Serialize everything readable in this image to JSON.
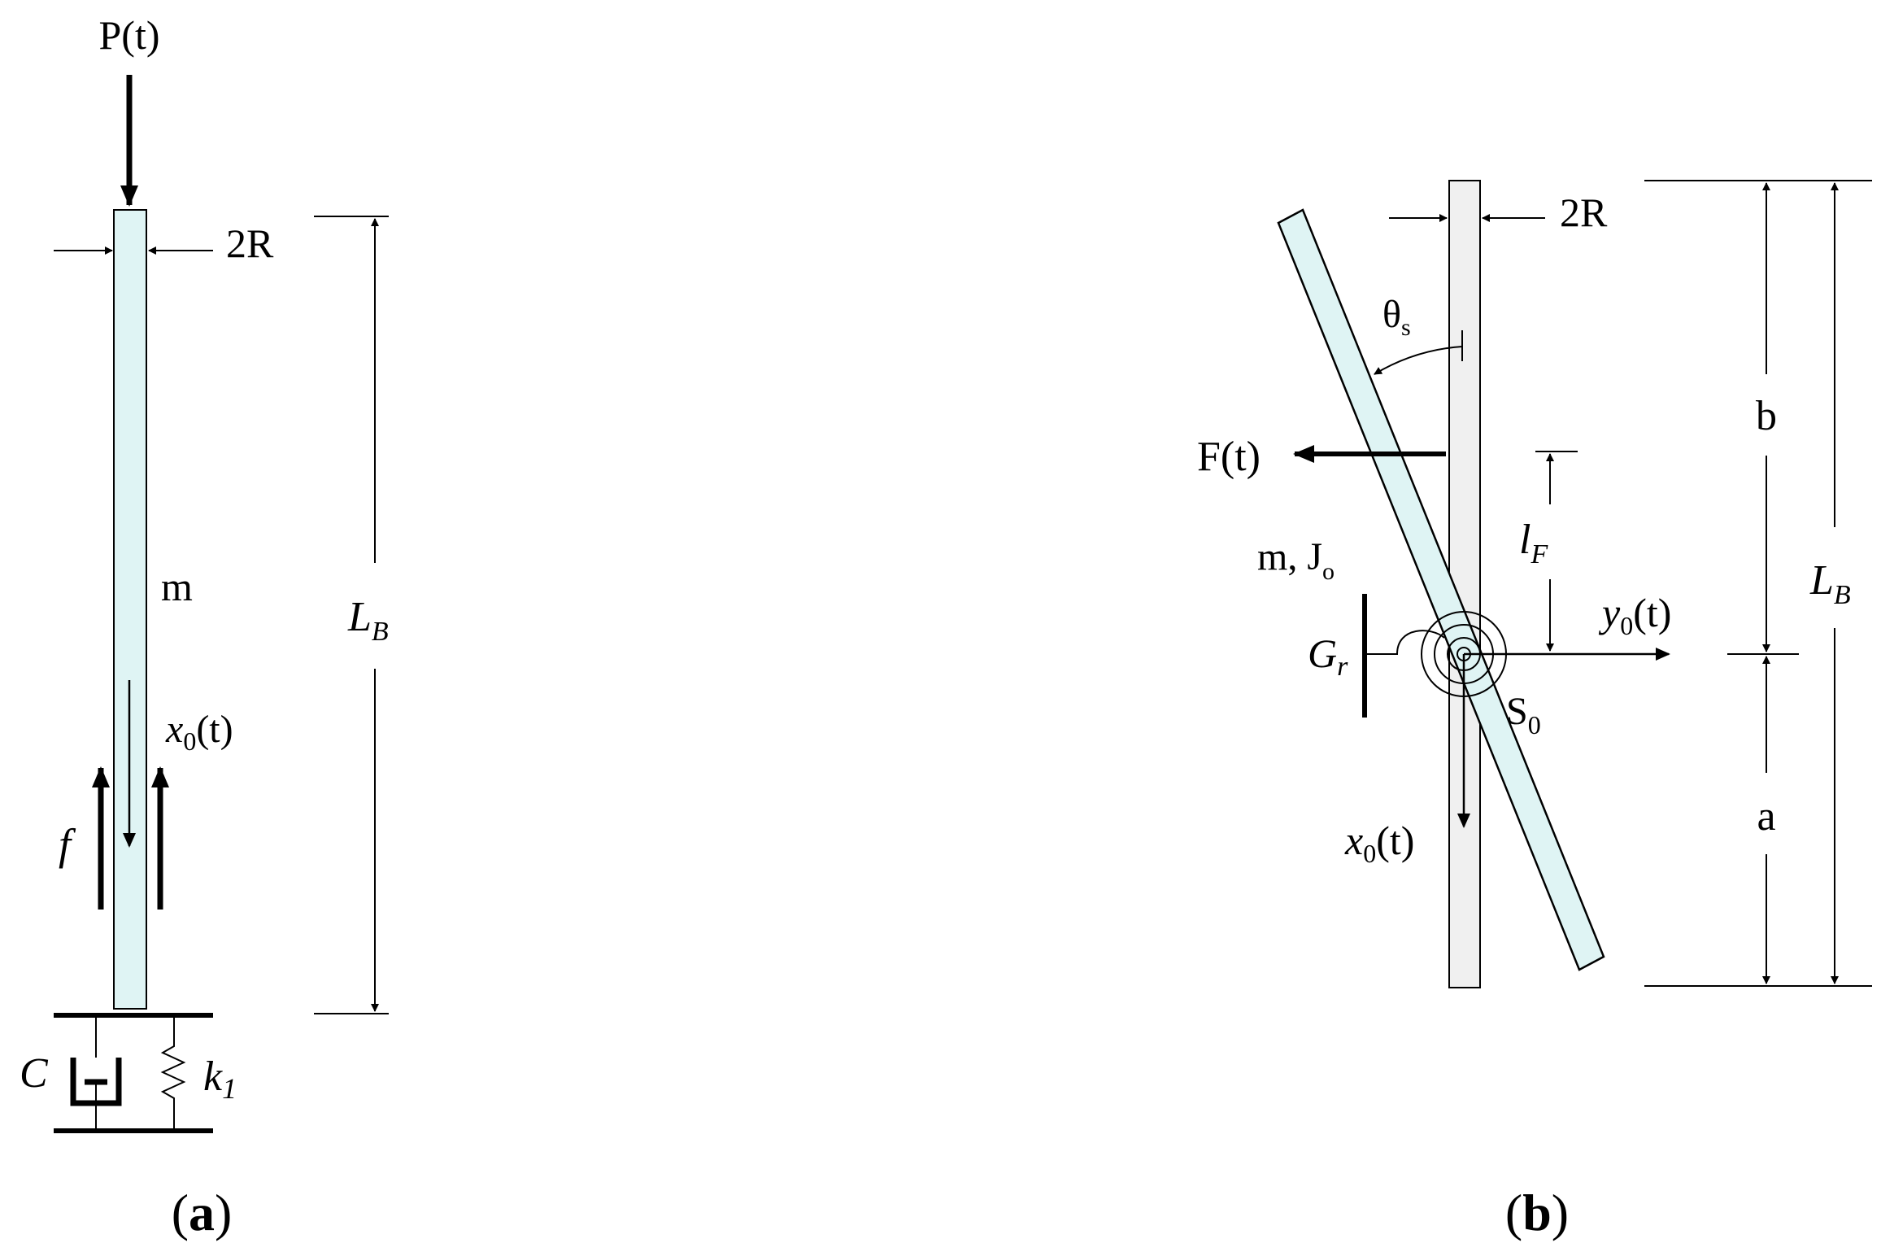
{
  "panel_a": {
    "load_label": "P(t)",
    "width_label": "2R",
    "mass_label": "m",
    "length_label": "L",
    "length_sub": "B",
    "disp_label": "x",
    "disp_sub": "0",
    "disp_arg": "(t)",
    "friction_label": "f",
    "damper_label": "C",
    "spring_label": "k",
    "spring_sub": "1",
    "caption_open": "(",
    "caption_letter": "a",
    "caption_close": ")"
  },
  "panel_b": {
    "width_label": "2R",
    "angle_label": "θ",
    "angle_sub": "s",
    "force_label": "F(t)",
    "force_arm_label": "l",
    "force_arm_sub": "F",
    "mass_inertia_label": "m, J",
    "mass_inertia_sub": "o",
    "stiffness_label": "G",
    "stiffness_sub": "r",
    "ydisp_label": "y",
    "ydisp_sub": "0",
    "ydisp_arg": "(t)",
    "spring_label": "S",
    "spring_sub": "0",
    "xdisp_label": "x",
    "xdisp_sub": "0",
    "xdisp_arg": "(t)",
    "upper_length_label": "b",
    "lower_length_label": "a",
    "length_label": "L",
    "length_sub": "B",
    "caption_open": "(",
    "caption_letter": "b",
    "caption_close": ")"
  },
  "colors": {
    "beam_fill": "#dff4f4",
    "support_fill": "#f0f0f0",
    "stroke": "#000000"
  }
}
